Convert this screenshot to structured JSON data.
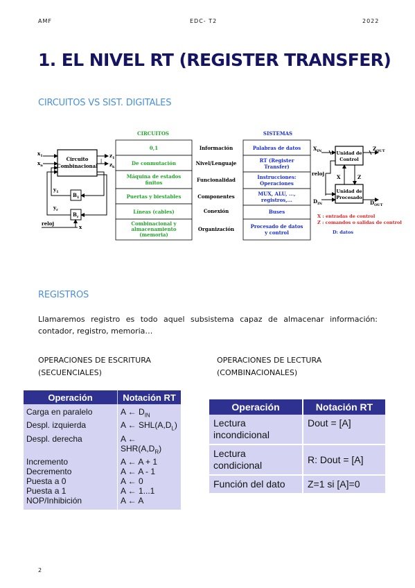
{
  "header": {
    "left": "AMF",
    "center": "EDC- T2",
    "right": "2022"
  },
  "title": "1. EL NIVEL RT (REGISTER TRANSFER)",
  "section1": "CIRCUITOS VS SIST. DIGITALES",
  "diagram": {
    "circuitos_heading": "CIRCUITOS",
    "sistemas_heading": "SISTEMAS",
    "left_circuit": {
      "box_line1": "Circuito",
      "box_line2": "Combinacional",
      "x1": "x",
      "x1_sub": "1",
      "xn": "x",
      "xn_sub": "n",
      "z1": "z",
      "z1_sub": "1",
      "zk": "z",
      "zk_sub": "k",
      "y1": "y",
      "y1_sub": "1",
      "yr": "y",
      "yr_sub": "r",
      "b1": "B",
      "b1_sub": "1",
      "br": "B",
      "br_sub": "r",
      "reloj": "reloj",
      "x": "x"
    },
    "rows": [
      {
        "circuito": [
          "0,1"
        ],
        "label": "Información",
        "sistema": [
          "Palabras de datos"
        ]
      },
      {
        "circuito": [
          "De conmutación"
        ],
        "label": "Nivel/Lenguaje",
        "sistema": [
          "RT (Register",
          "Transfer)"
        ]
      },
      {
        "circuito": [
          "Máquina de estados",
          "finitos"
        ],
        "label": "Funcionalidad",
        "sistema": [
          "Instrucciones:",
          "Operaciones"
        ]
      },
      {
        "circuito": [
          "Puertas y biestables"
        ],
        "label": "Componentes",
        "sistema": [
          "MUX, ALU, ...,",
          "registros,..."
        ]
      },
      {
        "circuito": [
          "Líneas (cables)"
        ],
        "label": "Conexión",
        "sistema": [
          "Buses"
        ]
      },
      {
        "circuito": [
          "Combinacional y",
          "almacenamiento",
          "(memoria)"
        ],
        "label": "Organización",
        "sistema": [
          "Procesado de datos",
          "y control"
        ]
      }
    ],
    "right_system": {
      "control_line1": "Unidad de",
      "control_line2": "Control",
      "proc_line1": "Unidad de",
      "proc_line2": "Procesado",
      "xin": "X",
      "xin_sub": "IN",
      "zout": "Z",
      "zout_sub": "OUT",
      "din": "D",
      "din_sub": "IN",
      "dout": "D",
      "dout_sub": "OUT",
      "reloj": "reloj",
      "x": "X",
      "z": "Z",
      "legend_x": "X : entradas de control",
      "legend_z": "Z : comandos o salidas de control",
      "legend_d": "D: datos"
    }
  },
  "section2": "REGISTROS",
  "paragraph": "Llamaremos registro es todo aquel subsistema capaz de almacenar información: contador, registro, memoria…",
  "write_ops": {
    "title_line1": "OPERACIONES DE ESCRITURA",
    "title_line2": "(SECUENCIALES)",
    "headers": [
      "Operación",
      "Notación RT"
    ],
    "rows": [
      {
        "op": "Carga en paralelo",
        "nota": "A ← D",
        "sub": "IN",
        "tail": ""
      },
      {
        "op": "Despl. izquierda",
        "nota": "A ← SHL(A,D",
        "sub": "L",
        "tail": ")"
      },
      {
        "op": "Despl. derecha",
        "nota": "A ← SHR(A,D",
        "sub": "R",
        "tail": ")"
      },
      {
        "op": "Incremento",
        "nota": "A ← A + 1",
        "sub": "",
        "tail": ""
      },
      {
        "op": "Decremento",
        "nota": "A ← A - 1",
        "sub": "",
        "tail": ""
      },
      {
        "op": "Puesta a 0",
        "nota": "A ← 0",
        "sub": "",
        "tail": ""
      },
      {
        "op": "Puesta a 1",
        "nota": "A ← 1...1",
        "sub": "",
        "tail": ""
      },
      {
        "op": "NOP/Inhibición",
        "nota": "A ← A",
        "sub": "",
        "tail": ""
      }
    ]
  },
  "read_ops": {
    "title_line1": "OPERACIONES DE LECTURA",
    "title_line2": "(COMBINACIONALES)",
    "headers": [
      "Operación",
      "Notación RT"
    ],
    "rows": [
      {
        "op_line1": "Lectura",
        "op_line2": "incondicional",
        "nota": "Dout = [A]"
      },
      {
        "op_line1": "Lectura",
        "op_line2": "condicional",
        "nota": "R: Dout = [A]"
      },
      {
        "op_line1": "Función del dato",
        "op_line2": "",
        "nota": "Z=1 si [A]=0"
      }
    ]
  },
  "footer": {
    "page": "2"
  },
  "colors": {
    "title": "#151463",
    "section": "#4a90d9",
    "table_header": "#2e3190",
    "table_body": "#d4d4f2",
    "green_text": "#21a52a",
    "blue_text": "#1a2ed8",
    "red_text": "#e02020"
  }
}
